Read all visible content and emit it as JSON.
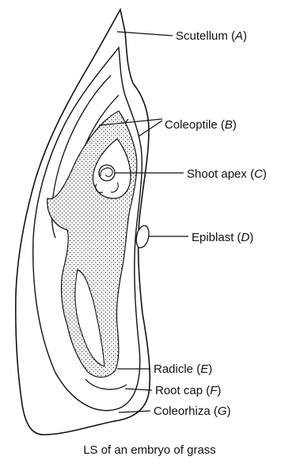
{
  "figure": {
    "caption": "LS of an embryo of grass",
    "labels": [
      {
        "id": "scutellum",
        "text": "Scutellum",
        "letter": "A"
      },
      {
        "id": "coleoptile",
        "text": "Coleoptile",
        "letter": "B"
      },
      {
        "id": "shoot-apex",
        "text": "Shoot apex",
        "letter": "C"
      },
      {
        "id": "epiblast",
        "text": "Epiblast",
        "letter": "D"
      },
      {
        "id": "radicle",
        "text": "Radicle",
        "letter": "E"
      },
      {
        "id": "root-cap",
        "text": "Root cap",
        "letter": "F"
      },
      {
        "id": "coleorhiza",
        "text": "Coleorhiza",
        "letter": "G"
      }
    ]
  }
}
